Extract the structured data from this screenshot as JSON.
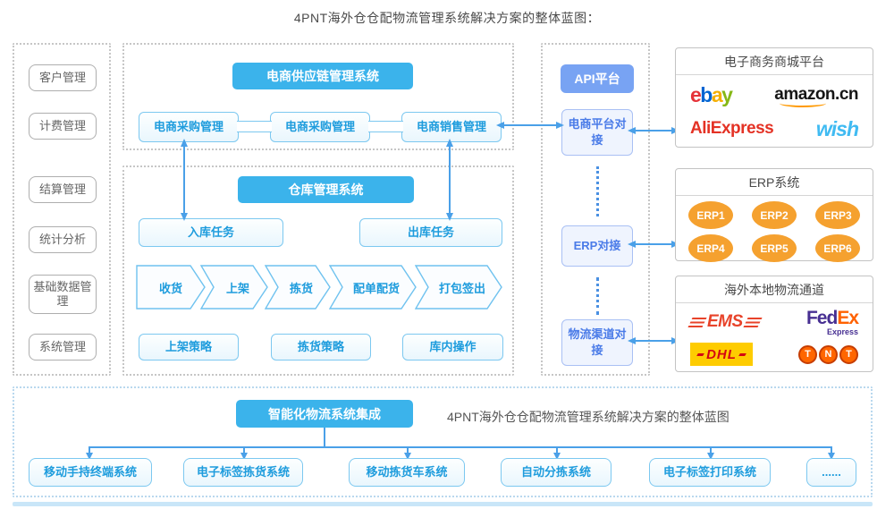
{
  "page_title": "4PNT海外仓仓配物流管理系统解决方案的整体蓝图：",
  "sidebar": {
    "items": [
      "客户管理",
      "计费管理",
      "结算管理",
      "统计分析",
      "基础数据管理",
      "系统管理"
    ]
  },
  "supply_chain": {
    "header": "电商供应链管理系统",
    "boxes": [
      "电商采购管理",
      "电商采购管理",
      "电商销售管理"
    ]
  },
  "warehouse": {
    "header": "仓库管理系统",
    "inbound": "入库任务",
    "outbound": "出库任务",
    "flow": [
      "收货",
      "上架",
      "拣货",
      "配单配货",
      "打包签出"
    ],
    "strategies": [
      "上架策略",
      "拣货策略",
      "库内操作"
    ]
  },
  "api_column": {
    "platform": "API平台",
    "nodes": [
      "电商平台对接",
      "ERP对接",
      "物流渠道对接"
    ]
  },
  "panels": {
    "mall": {
      "title": "电子商务商城平台",
      "ebay_letters": [
        "e",
        "b",
        "a",
        "y"
      ],
      "amazon": "amazon.cn",
      "aliexpress": "AliExpress",
      "wish": "wish"
    },
    "erp": {
      "title": "ERP系统",
      "items": [
        "ERP1",
        "ERP2",
        "ERP3",
        "ERP4",
        "ERP5",
        "ERP6"
      ]
    },
    "logistics": {
      "title": "海外本地物流通道",
      "ems": "EMS",
      "fedex": "Fed",
      "fedex2": "Ex",
      "fedex_sub": "Express",
      "dhl": "DHL",
      "tnt_letters": [
        "T",
        "N",
        "T"
      ]
    }
  },
  "integration": {
    "header": "智能化物流系统集成",
    "caption": "4PNT海外仓仓配物流管理系统解决方案的整体蓝图",
    "systems": [
      "移动手持终端系统",
      "电子标签拣货系统",
      "移动拣货车系统",
      "自动分拣系统",
      "电子标签打印系统",
      "......"
    ]
  },
  "colors": {
    "header_blue": "#3bb3eb",
    "api_blue": "#78a3f3",
    "arrow_blue": "#4aa0e8",
    "erp_orange": "#f5a12f",
    "box_text_blue": "#1e9cdd",
    "ebay": [
      "#e53238",
      "#0064d2",
      "#f5af02",
      "#86b817"
    ]
  }
}
